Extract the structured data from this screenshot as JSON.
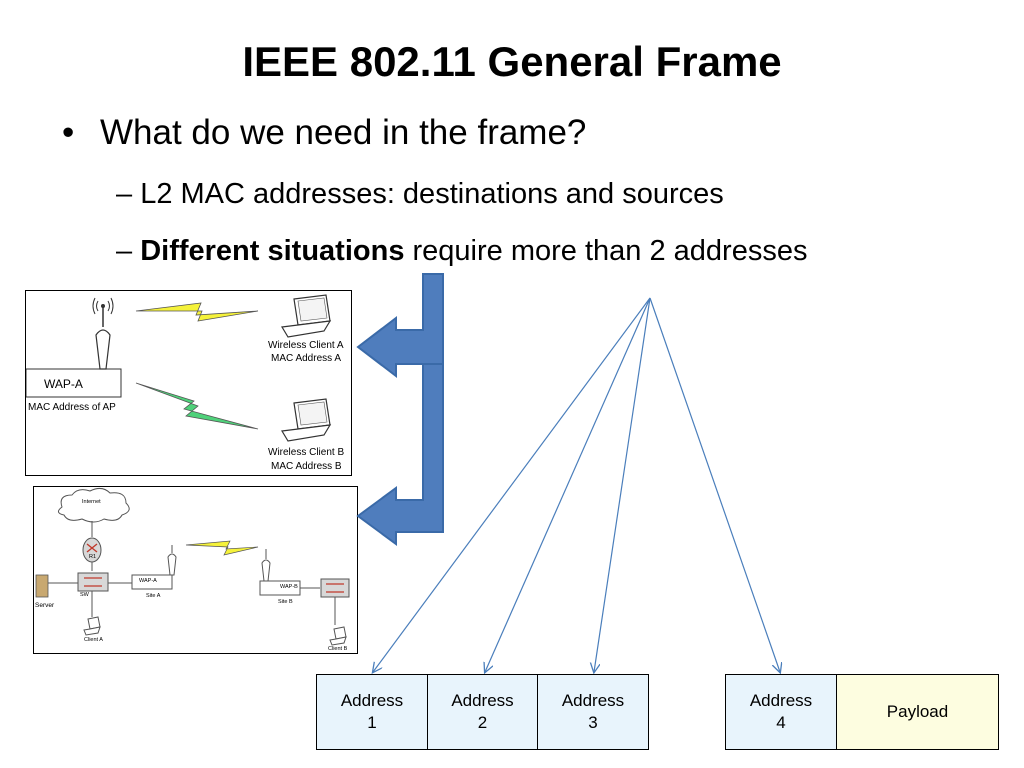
{
  "slide": {
    "title": "IEEE 802.11 General Frame",
    "bullet": "What do we need in the frame?",
    "sub1": "L2 MAC addresses: destinations and sources",
    "sub2_bold": "Different situations",
    "sub2_rest": " require more than 2 addresses",
    "dash": "–",
    "dot": "•"
  },
  "diagram1": {
    "wap_label": "WAP-A",
    "ap_mac": "MAC Address of AP",
    "client_a": "Wireless Client A",
    "client_a_mac": "MAC Address A",
    "client_b": "Wireless Client B",
    "client_b_mac": "MAC Address B",
    "colors": {
      "bolt_a": "#f5f23a",
      "bolt_b": "#4fd17a"
    }
  },
  "diagram2": {
    "internet": "Internet",
    "router": "R1",
    "switch": "SW",
    "server": "Server",
    "wap_a": "WAP-A",
    "site_a": "Site A",
    "wap_b": "WAP-B",
    "site_b": "Site B",
    "client_a": "Client A",
    "client_b": "Client B"
  },
  "frame": {
    "fields": [
      {
        "line1": "Address",
        "line2": "1"
      },
      {
        "line1": "Address",
        "line2": "2"
      },
      {
        "line1": "Address",
        "line2": "3"
      },
      {
        "line1": "Address",
        "line2": "4"
      }
    ],
    "payload": "Payload",
    "colors": {
      "address_fill": "#e8f4fc",
      "payload_fill": "#fdfde0",
      "arrow": "#4a7ebb",
      "big_arrow": "#4f7dbd"
    }
  }
}
